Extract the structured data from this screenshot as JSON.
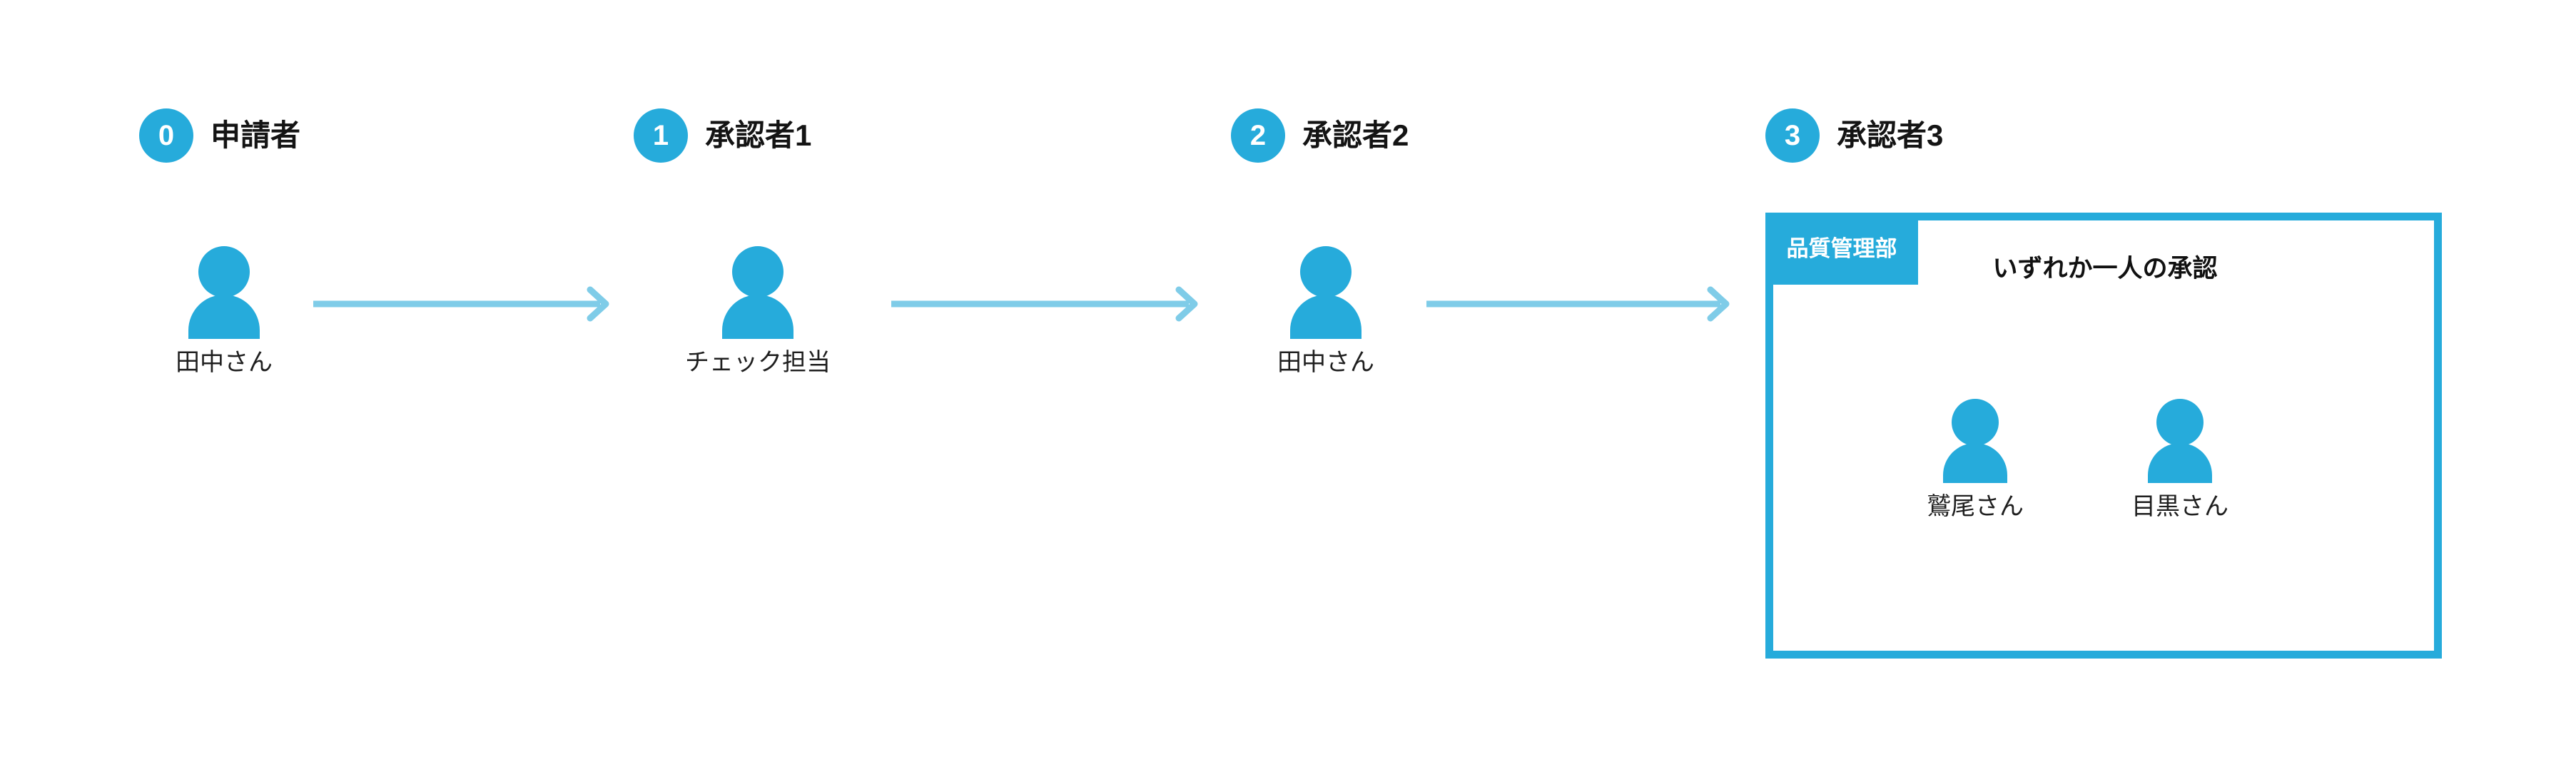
{
  "diagram": {
    "title": "approval-workflow",
    "colors": {
      "accent_blue": "#26abdb",
      "arrow_blue": "#7fcce8",
      "text_black": "#1a1a1a",
      "background": "#ffffff"
    }
  },
  "steps": [
    {
      "number": "0",
      "title": "申請者",
      "people": [
        {
          "name": "田中さん"
        }
      ]
    },
    {
      "number": "1",
      "title": "承認者1",
      "people": [
        {
          "name": "チェック担当"
        }
      ]
    },
    {
      "number": "2",
      "title": "承認者2",
      "people": [
        {
          "name": "田中さん"
        }
      ]
    },
    {
      "number": "3",
      "title": "承認者3",
      "group": {
        "tab_label": "品質管理部",
        "heading": "いずれか一人の承認",
        "people": [
          {
            "name": "鷲尾さん"
          },
          {
            "name": "目黒さん"
          }
        ]
      }
    }
  ],
  "arrows": [
    {
      "from": "申請者",
      "to": "承認者1"
    },
    {
      "from": "承認者1",
      "to": "承認者2"
    },
    {
      "from": "承認者2",
      "to": "承認者3"
    }
  ]
}
